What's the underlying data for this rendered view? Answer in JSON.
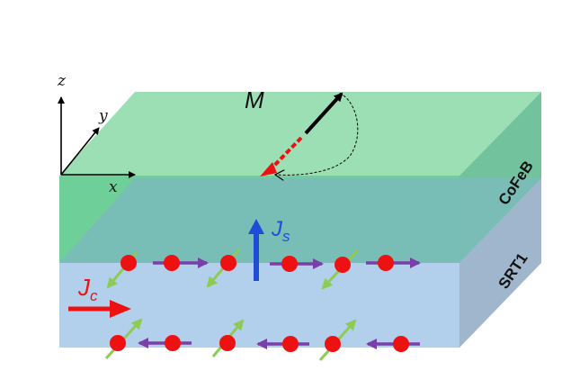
{
  "axes": {
    "x": "x",
    "y": "y",
    "z": "z"
  },
  "magnetization": {
    "label": "M"
  },
  "layers": {
    "top": "CoFeB",
    "bottom": "SRT1"
  },
  "spin_current": {
    "main": "J",
    "sub": "s"
  },
  "charge_current": {
    "main": "J",
    "sub": "c"
  },
  "colors": {
    "cofeb_top": "#9ddfb5",
    "cofeb_front": "#6fcf98",
    "cofeb_side": "#73c29e",
    "srt1_front": "#b2cfeb",
    "srt1_side": "#9fb6cc",
    "interface_face": "#79bdb8",
    "electron": "#ee1111",
    "spin_arrow": "#8ecb55",
    "spin_up_arrow": "#7a3fa8",
    "js_arrow": "#1e4ed8",
    "jc_arrow": "#ee1111"
  }
}
